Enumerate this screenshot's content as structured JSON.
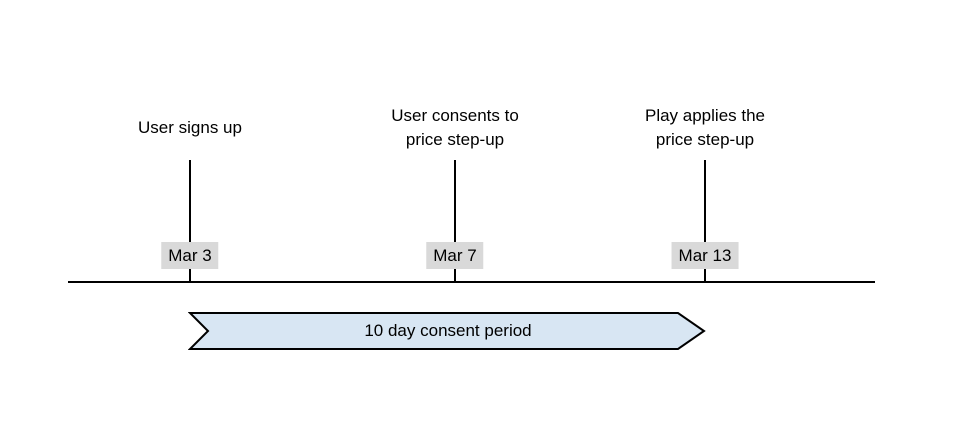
{
  "timeline": {
    "events": [
      {
        "label": "User signs up",
        "date": "Mar 3"
      },
      {
        "label": "User consents to\nprice step-up",
        "date": "Mar 7"
      },
      {
        "label": "Play applies the\nprice step-up",
        "date": "Mar 13"
      }
    ],
    "period": {
      "label": "10 day consent period"
    }
  },
  "colors": {
    "band_fill": "#d8e6f3",
    "band_stroke": "#000000",
    "date_badge_bg": "#d9d9d9",
    "line": "#000000"
  }
}
